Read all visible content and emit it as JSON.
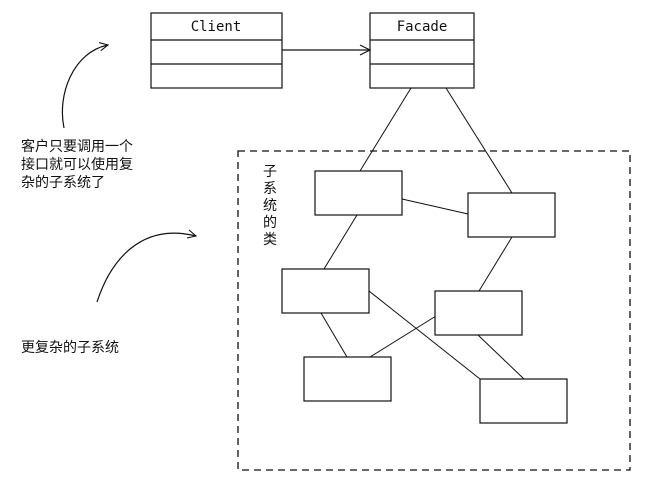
{
  "classes": {
    "client": "Client",
    "facade": "Facade"
  },
  "annotations": {
    "client_note": [
      "客户只要调用一个",
      "接口就可以使用复",
      "杂的子系统了"
    ],
    "subsystem_note": "更复杂的子系统",
    "subsystem_label": [
      "子",
      "系",
      "统",
      "的",
      "类"
    ]
  },
  "colors": {
    "stroke": "#111111",
    "background": "#ffffff"
  }
}
